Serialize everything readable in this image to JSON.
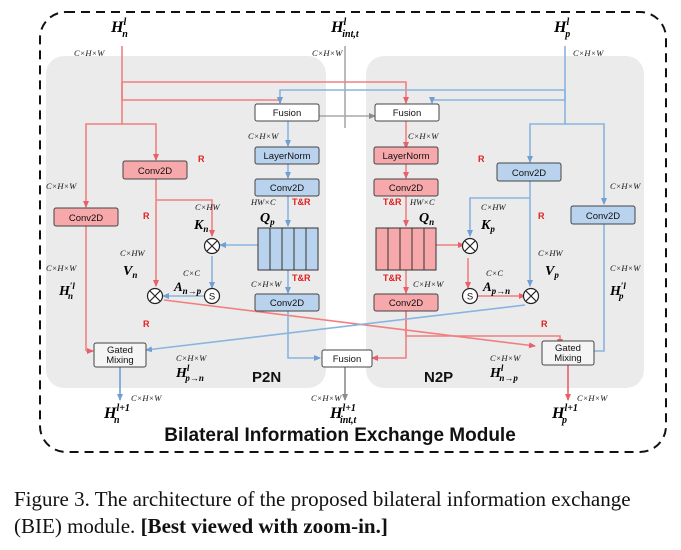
{
  "diagram": {
    "title": "Bilateral Information Exchange Module",
    "left_panel": "P2N",
    "right_panel": "N2P",
    "dim_chw": "C×H×W",
    "dim_hw": "C×HW",
    "dim_hwc": "HW×C",
    "dim_cc": "C×C",
    "tr": "T&R",
    "r": "R",
    "s": "S",
    "boxes": {
      "conv2d": "Conv2D",
      "fusion": "Fusion",
      "layernorm": "LayerNorm",
      "gated_top": "Gated",
      "gated_bottom": "Mixing"
    },
    "math": {
      "hn_base": "H",
      "hn_sub": "n",
      "hn_sup": "l",
      "hint_base": "H",
      "hint_sub": "int,t",
      "hint_sup": "l",
      "hp_base": "H",
      "hp_sub": "p",
      "hp_sup": "l",
      "kn_base": "K",
      "kn_sub": "n",
      "kp_base": "K",
      "kp_sub": "p",
      "qp_base": "Q",
      "qp_sub": "p",
      "qn_base": "Q",
      "qn_sub": "n",
      "vn_base": "V",
      "vn_sub": "n",
      "vp_base": "V",
      "vp_sub": "p",
      "anp_base": "A",
      "anp_sub": "n→p",
      "apn_base": "A",
      "apn_sub": "p→n",
      "hnp_base": "H",
      "hnp_sup": "′l",
      "hnp_sub": "n",
      "hpp_base": "H",
      "hpp_sup": "′l",
      "hpp_sub": "p",
      "hpn_base": "H",
      "hpn_sup": "l",
      "hpn_sub": "p→n",
      "hnpx_base": "H",
      "hnpx_sup": "l",
      "hnpx_sub": "n→p",
      "out_n_base": "H",
      "out_n_sup": "l+1",
      "out_n_sub": "n",
      "out_int_base": "H",
      "out_int_sup": "l+1",
      "out_int_sub": "int,t",
      "out_p_base": "H",
      "out_p_sup": "l+1",
      "out_p_sub": "p"
    },
    "colors": {
      "red": "#f08080",
      "red_fill": "#f7a8aa",
      "blue": "#8ab4e0",
      "blue_fill": "#b9d3ee",
      "gray": "#9a9a9a",
      "panel": "#ebebeb"
    }
  },
  "caption": {
    "text": "Figure 3.  The architecture of the proposed bilateral information exchange (BIE) module. ",
    "bold": "[Best viewed with zoom-in.]"
  }
}
